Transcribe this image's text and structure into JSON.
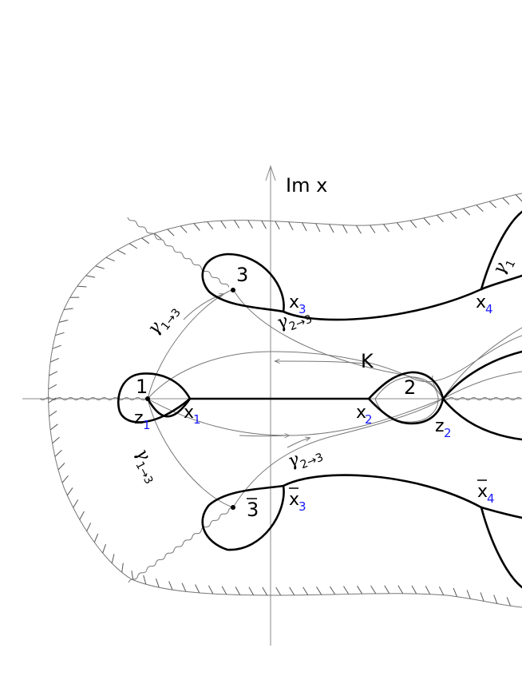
{
  "axis_label": "Im x",
  "regions": {
    "r1": "1",
    "r2": "2",
    "r3": "3",
    "r3bar": "3",
    "K": "K"
  },
  "points": {
    "x1": {
      "base": "x",
      "sub": "1"
    },
    "x2": {
      "base": "x",
      "sub": "2"
    },
    "x3": {
      "base": "x",
      "sub": "3"
    },
    "x4": {
      "base": "x",
      "sub": "4"
    },
    "x3bar": {
      "base": "x",
      "sub": "3"
    },
    "x4bar": {
      "base": "x",
      "sub": "4"
    },
    "z1": {
      "base": "z",
      "sub": "1"
    },
    "z2": {
      "base": "z",
      "sub": "2"
    }
  },
  "gammas": {
    "g13": {
      "symbol": "γ",
      "sub": "1→3"
    },
    "g23": {
      "symbol": "γ",
      "sub": "2→3"
    },
    "g13bar": {
      "symbol": "γ",
      "sub": "1→3"
    },
    "g23bar": {
      "symbol": "γ",
      "sub": "2→3"
    },
    "g1edge": {
      "symbol": "γ",
      "sub": "1"
    }
  },
  "colors": {
    "subscript": "#1a1aff",
    "curve": "#000000",
    "contour": "#777777"
  }
}
